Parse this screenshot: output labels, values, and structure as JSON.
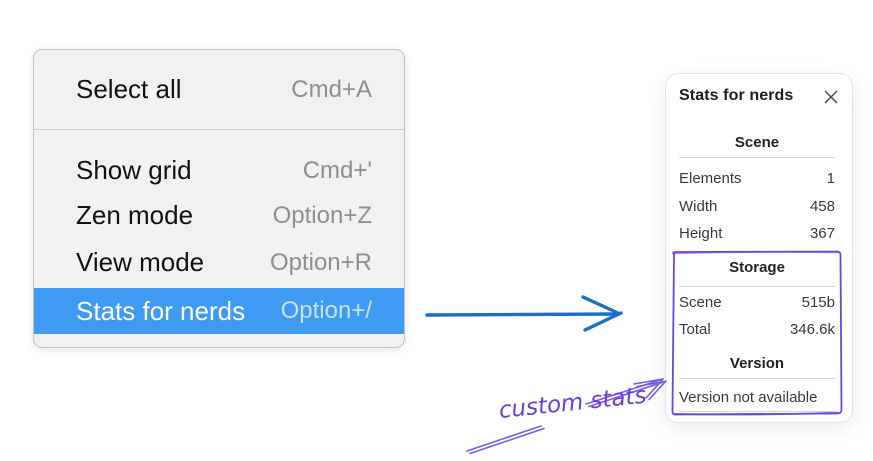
{
  "context_menu": {
    "items": [
      {
        "label": "Select all",
        "shortcut": "Cmd+A",
        "selected": false
      },
      {
        "label": "Show grid",
        "shortcut": "Cmd+'",
        "selected": false
      },
      {
        "label": "Zen mode",
        "shortcut": "Option+Z",
        "selected": false
      },
      {
        "label": "View mode",
        "shortcut": "Option+R",
        "selected": false
      },
      {
        "label": "Stats for nerds",
        "shortcut": "Option+/",
        "selected": true
      }
    ]
  },
  "stats_panel": {
    "title": "Stats for nerds",
    "close_icon": "x",
    "sections": [
      {
        "heading": "Scene",
        "rows": [
          {
            "label": "Elements",
            "value": "1"
          },
          {
            "label": "Width",
            "value": "458"
          },
          {
            "label": "Height",
            "value": "367"
          }
        ]
      },
      {
        "heading": "Storage",
        "rows": [
          {
            "label": "Scene",
            "value": "515b"
          },
          {
            "label": "Total",
            "value": "346.6k"
          }
        ]
      },
      {
        "heading": "Version",
        "rows": [],
        "note": "Version not available"
      }
    ]
  },
  "annotation": {
    "label": "custom stats"
  },
  "colors": {
    "menu_background": "#f1f1f2",
    "menu_highlight": "#3f9bf2",
    "menu_highlight_text": "#ffffff",
    "menu_shortcut_text": "#8e8e93",
    "blue_arrow": "#1b6fc5",
    "annotation_purple": "#6b46d9",
    "panel_divider": "#d7d7db"
  }
}
